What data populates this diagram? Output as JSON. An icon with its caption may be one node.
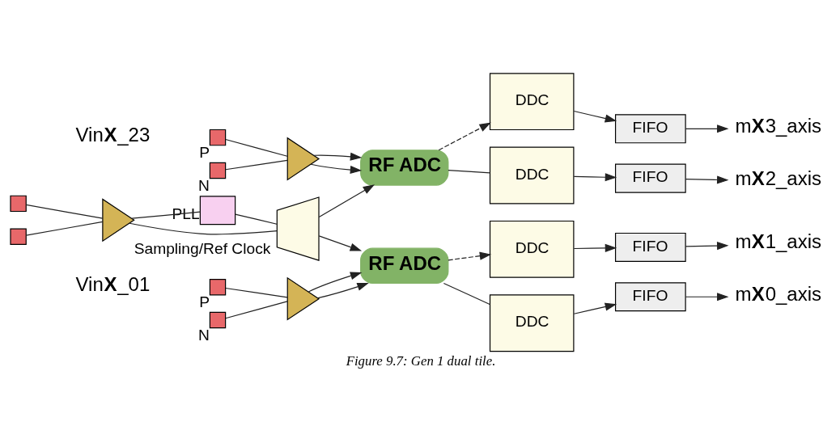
{
  "diagram": {
    "caption": "Figure 9.7: Gen 1 dual tile.",
    "nodes": [
      {
        "text": [],
        "shape": "box",
        "beside": [
          "P"
        ]
      },
      {
        "text": [],
        "shape": "box",
        "beside": [
          "N"
        ]
      },
      {
        "text": [],
        "shape": "triangle"
      },
      {
        "text": [
          "RF ADC"
        ]
      },
      {
        "text": [
          "DDC"
        ]
      },
      {
        "text": [
          "DDC"
        ]
      },
      {
        "text": [
          "FIFO"
        ]
      },
      {
        "text": [
          "FIFO"
        ]
      },
      {
        "text": [
          "m**X**3_axis"
        ]
      },
      {
        "text": [
          "m**X**2_axis"
        ]
      },
      {
        "text": [],
        "shape": "box"
      },
      {
        "text": [],
        "shape": "box"
      },
      {
        "text": [],
        "shape": "triangle",
        "beside": [
          "Sampling/Ref Clock"
        ]
      },
      {
        "text": [],
        "shape": "box",
        "beside": [
          "PLL"
        ]
      },
      {
        "text": [],
        "shape": "trapezium"
      },
      {
        "text": [],
        "shape": "box",
        "beside": [
          "P"
        ]
      },
      {
        "text": [],
        "shape": "box",
        "beside": [
          "N"
        ]
      },
      {
        "text": [],
        "shape": "triangle"
      },
      {
        "text": [
          "RF ADC"
        ]
      },
      {
        "text": [
          "DDC"
        ]
      },
      {
        "text": [
          "DDC"
        ]
      },
      {
        "text": [
          "FIFO"
        ]
      },
      {
        "text": [
          "FIFO"
        ]
      },
      {
        "text": [
          "m**X**1_axis"
        ]
      },
      {
        "text": [
          "m**X**0_axis"
        ]
      }
    ],
    "edges": [
      {
        "from": 0,
        "to": 2,
        "arrow": "none"
      },
      {
        "from": 1,
        "to": 2,
        "arrow": "none"
      },
      {
        "from": 2,
        "to": 3,
        "arrow": "to"
      },
      {
        "from": 2,
        "to": 3,
        "arrow": "to"
      },
      {
        "from": 3,
        "to": 4,
        "arrow": "to",
        "style": "dashed"
      },
      {
        "from": 3,
        "to": 5,
        "arrow": "none"
      },
      {
        "from": 4,
        "to": 6,
        "arrow": "to"
      },
      {
        "from": 5,
        "to": 7,
        "arrow": "to"
      },
      {
        "from": 6,
        "to": 8,
        "arrow": "to"
      },
      {
        "from": 7,
        "to": 9,
        "arrow": "to"
      },
      {
        "from": 10,
        "to": 12,
        "arrow": "none"
      },
      {
        "from": 11,
        "to": 12,
        "arrow": "none"
      },
      {
        "from": 12,
        "to": 13,
        "arrow": "none"
      },
      {
        "from": 12,
        "to": 14,
        "arrow": "none"
      },
      {
        "from": 13,
        "to": 14,
        "arrow": "none"
      },
      {
        "from": 14,
        "to": 3,
        "arrow": "to"
      },
      {
        "from": 14,
        "to": 18,
        "arrow": "to"
      },
      {
        "from": 15,
        "to": 17,
        "arrow": "none"
      },
      {
        "from": 16,
        "to": 17,
        "arrow": "none"
      },
      {
        "from": 17,
        "to": 18,
        "arrow": "to"
      },
      {
        "from": 17,
        "to": 18,
        "arrow": "to"
      },
      {
        "from": 18,
        "to": 19,
        "arrow": "to",
        "style": "dashed"
      },
      {
        "from": 18,
        "to": 20,
        "arrow": "none"
      },
      {
        "from": 19,
        "to": 21,
        "arrow": "to"
      },
      {
        "from": 20,
        "to": 22,
        "arrow": "to"
      },
      {
        "from": 21,
        "to": 23,
        "arrow": "to"
      },
      {
        "from": 22,
        "to": 24,
        "arrow": "to"
      }
    ],
    "labels": [
      "Vin**X**_23",
      "Vin**X**_01"
    ]
  }
}
